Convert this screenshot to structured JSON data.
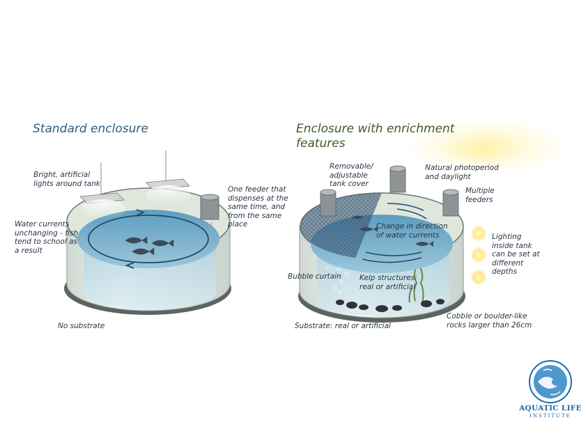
{
  "titles": {
    "standard": "Standard enclosure",
    "enriched_line1": "Enclosure with enrichment",
    "enriched_line2": "features"
  },
  "labels_left": {
    "lights": [
      "Bright, artificial",
      "lights around tank"
    ],
    "feeder": [
      "One feeder that",
      "dispenses at the",
      "same time, and",
      "from the same",
      "place"
    ],
    "currents": [
      "Water currents",
      "unchanging - fish",
      "tend to school as",
      "a result"
    ],
    "substrate": "No substrate"
  },
  "labels_right": {
    "cover": [
      "Removable/",
      "adjustable",
      "tank cover"
    ],
    "daylight": [
      "Natural photoperiod",
      "and daylight"
    ],
    "feeders": [
      "Multiple",
      "feeders"
    ],
    "current_change": [
      "Change in direction",
      "of water currents"
    ],
    "lighting": [
      "Lighting",
      "inside tank",
      "can be set at",
      "different",
      "depths"
    ],
    "bubble": "Bubble curtain",
    "kelp": [
      "Kelp structures:",
      "real or artificial"
    ],
    "cobble": [
      "Cobble or boulder-like",
      "rocks larger than 26cm"
    ],
    "substrate": "Substrate: real or artificial"
  },
  "logo": {
    "line1": "AQUATIC LIFE",
    "line2": "INSTITUTE"
  },
  "colors": {
    "title_left": "#2f5d7c",
    "title_right": "#3d5a2a",
    "water": "#7fb3cc",
    "water_dark": "#2f6f92",
    "tank_wall": "#e6ebe4",
    "rim": "#5c6a63",
    "logo": "#1e6aa5"
  }
}
